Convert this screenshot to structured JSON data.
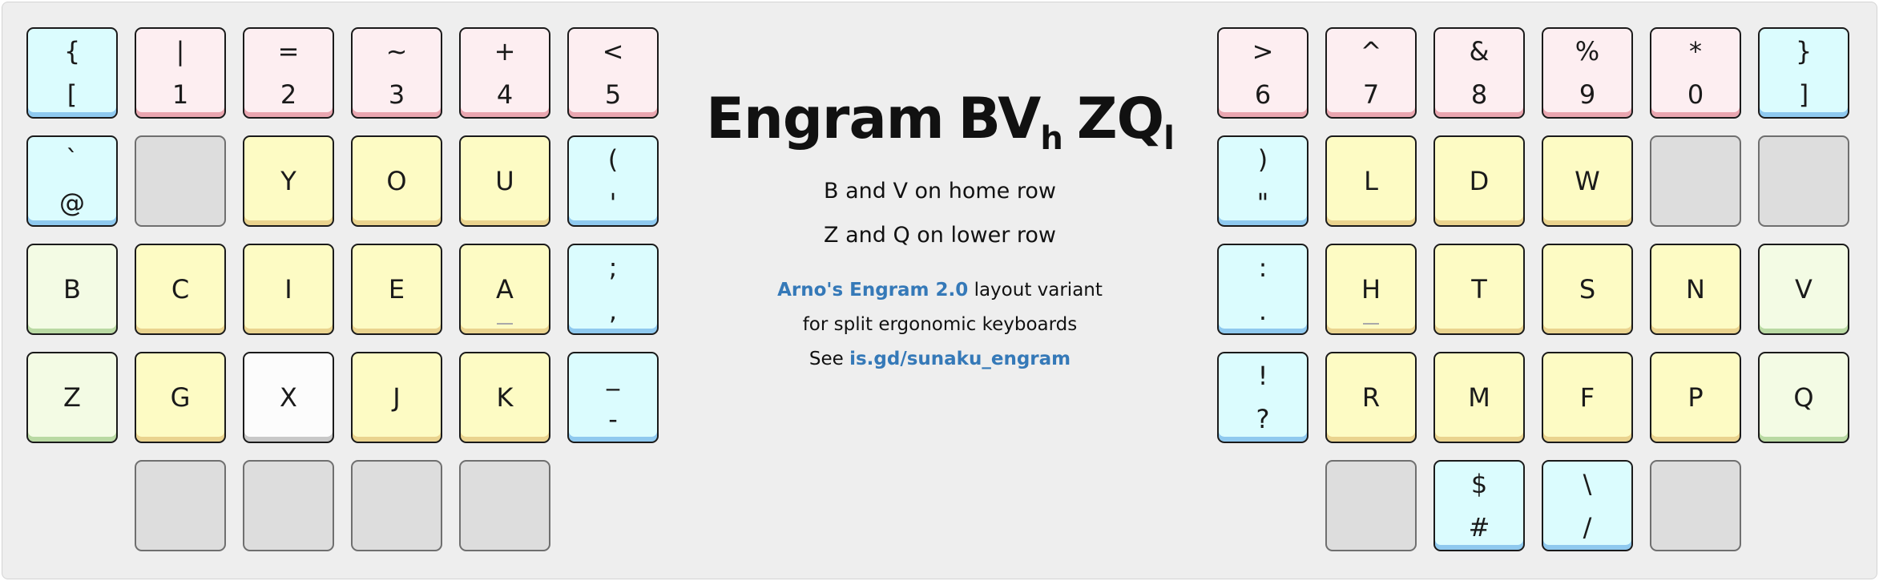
{
  "title": {
    "main": "Engram",
    "part1": "BV",
    "sub1": "h",
    "part2": "ZQ",
    "sub2": "l"
  },
  "subtitle_lines": [
    "B and V on home row",
    "Z and Q on lower row"
  ],
  "info": {
    "link1": "Arno's Engram 2.0",
    "text1": " layout variant",
    "text2": "for split ergonomic keyboards",
    "see": "See ",
    "link2": "is.gd/sunaku_engram"
  },
  "colors": {
    "pink": "#fdeef1",
    "pink_shadow": "#e9a6b0",
    "cyan": "#dbfcfe",
    "cyan_shadow": "#8fc9ef",
    "yellow": "#fdfbc4",
    "yellow_shadow": "#ead38e",
    "green": "#f3fbe4",
    "green_shadow": "#b9d9a3",
    "white": "#fcfcfc",
    "white_shadow": "#c8c8c8",
    "gray": "#dddddd",
    "link": "#3579b8"
  },
  "left_hand": [
    [
      {
        "top": "{",
        "bottom": "[",
        "color": "cyan"
      },
      {
        "top": "|",
        "bottom": "1",
        "color": "pink"
      },
      {
        "top": "=",
        "bottom": "2",
        "color": "pink"
      },
      {
        "top": "~",
        "bottom": "3",
        "color": "pink"
      },
      {
        "top": "+",
        "bottom": "4",
        "color": "pink"
      },
      {
        "top": "<",
        "bottom": "5",
        "color": "pink"
      }
    ],
    [
      {
        "top": "`",
        "bottom": "@",
        "color": "cyan"
      },
      {
        "label": "",
        "color": "gray"
      },
      {
        "label": "Y",
        "color": "yellow"
      },
      {
        "label": "O",
        "color": "yellow"
      },
      {
        "label": "U",
        "color": "yellow"
      },
      {
        "top": "(",
        "bottom": "'",
        "color": "cyan"
      }
    ],
    [
      {
        "label": "B",
        "color": "green"
      },
      {
        "label": "C",
        "color": "yellow"
      },
      {
        "label": "I",
        "color": "yellow"
      },
      {
        "label": "E",
        "color": "yellow"
      },
      {
        "label": "A",
        "color": "yellow",
        "homing": true
      },
      {
        "top": ";",
        "bottom": ",",
        "color": "cyan"
      }
    ],
    [
      {
        "label": "Z",
        "color": "green"
      },
      {
        "label": "G",
        "color": "yellow"
      },
      {
        "label": "X",
        "color": "white"
      },
      {
        "label": "J",
        "color": "yellow"
      },
      {
        "label": "K",
        "color": "yellow"
      },
      {
        "top": "_",
        "bottom": "-",
        "color": "cyan"
      }
    ],
    [
      null,
      {
        "label": "",
        "color": "gray"
      },
      {
        "label": "",
        "color": "gray"
      },
      {
        "label": "",
        "color": "gray"
      },
      {
        "label": "",
        "color": "gray"
      },
      null
    ]
  ],
  "right_hand": [
    [
      {
        "top": ">",
        "bottom": "6",
        "color": "pink"
      },
      {
        "top": "^",
        "bottom": "7",
        "color": "pink"
      },
      {
        "top": "&",
        "bottom": "8",
        "color": "pink"
      },
      {
        "top": "%",
        "bottom": "9",
        "color": "pink"
      },
      {
        "top": "*",
        "bottom": "0",
        "color": "pink"
      },
      {
        "top": "}",
        "bottom": "]",
        "color": "cyan"
      }
    ],
    [
      {
        "top": ")",
        "bottom": "\"",
        "color": "cyan"
      },
      {
        "label": "L",
        "color": "yellow"
      },
      {
        "label": "D",
        "color": "yellow"
      },
      {
        "label": "W",
        "color": "yellow"
      },
      {
        "label": "",
        "color": "gray"
      },
      {
        "label": "",
        "color": "gray"
      }
    ],
    [
      {
        "top": ":",
        "bottom": ".",
        "color": "cyan"
      },
      {
        "label": "H",
        "color": "yellow",
        "homing": true
      },
      {
        "label": "T",
        "color": "yellow"
      },
      {
        "label": "S",
        "color": "yellow"
      },
      {
        "label": "N",
        "color": "yellow"
      },
      {
        "label": "V",
        "color": "green"
      }
    ],
    [
      {
        "top": "!",
        "bottom": "?",
        "color": "cyan"
      },
      {
        "label": "R",
        "color": "yellow"
      },
      {
        "label": "M",
        "color": "yellow"
      },
      {
        "label": "F",
        "color": "yellow"
      },
      {
        "label": "P",
        "color": "yellow"
      },
      {
        "label": "Q",
        "color": "green"
      }
    ],
    [
      null,
      {
        "label": "",
        "color": "gray"
      },
      {
        "top": "$",
        "bottom": "#",
        "color": "cyan"
      },
      {
        "top": "\\",
        "bottom": "/",
        "color": "cyan"
      },
      {
        "label": "",
        "color": "gray"
      },
      null
    ]
  ]
}
